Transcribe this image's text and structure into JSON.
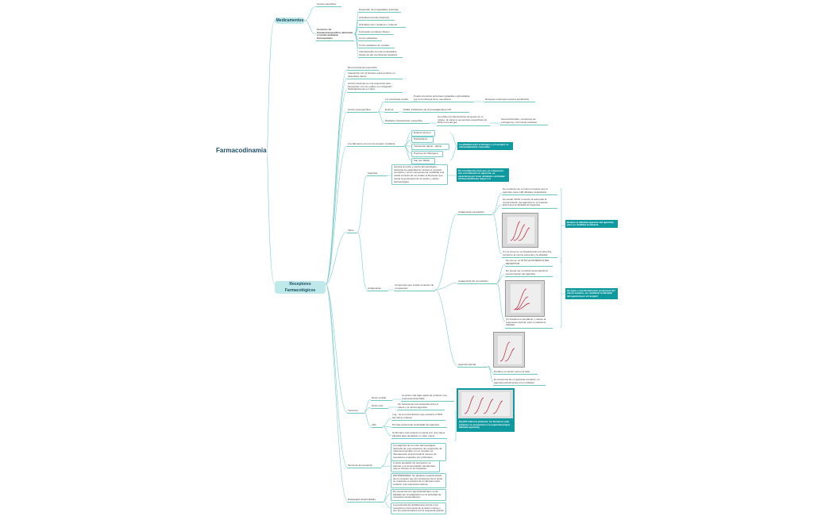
{
  "root": "Farmacodinamia",
  "colors": {
    "line": "#6fc6c6",
    "main_bg": "#bfe8ea",
    "highlight": "#0f9aa0",
    "text": "#3a3a3a"
  },
  "medicamentos": {
    "label": "Medicamentos",
    "accion_especifica": "Acción específica",
    "accion_inespecifica": "Acciones de farmacoinespecífica, alterando el medio ambiente fisicoquímico",
    "items": [
      "Dependen de propiedades químicas",
      "Actividad osmolar (diuresis)",
      "Actividad como oxidante o reductor",
      "Formando complejos físicos",
      "Como antiácidos",
      "Como quelantes de metales",
      "Interactuando con las propiedades físicas de las membranas celulares"
    ]
  },
  "receptores": {
    "label": "Receptores Farmacológicos",
    "reconocimiento": "Reconocimiento específico",
    "interaccion": "Interacción con el fármaco para producir un desenlace efecto",
    "accion_enzima": "Acción presente es una respuesta para interacción con los cuales se entregarán fisiológicamente en sitios",
    "accion_especifica": "Acción preespecífica",
    "accion_items": [
      {
        "label": "La membrana celular",
        "text": "Puede encontrar proteínas reguladas o glicosiladas por la membrana de la membrana",
        "sub": "Receptor ionotrópico para la acetilcolina"
      },
      {
        "label": "Enzima",
        "text": "PGE2: inhibidores de la prostaglandina G/H"
      },
      {
        "label": "Mediante Transducción específica",
        "text": "Se inhiben la transcripción de genes en el núcleo, al unirse a secuencias específicas de DNA en la del gen",
        "sub": "Glucocorticoides, receptores de estrógenos y hormonas tiroideas"
      }
    ],
    "union": "Los fármacos se unen al receptor mediante",
    "union_items": [
      "Enlaces iónicos",
      "Hidrofóbicos",
      "Interacción dipolo - dipolo",
      "Puentes de Hidrógeno",
      "Van der Waals"
    ],
    "union_note": "La afinidad entre el fármaco y el receptor es extremadamente reversible",
    "tipos": "Tipos",
    "agonista": "Agonista",
    "agonista_text": "Genera la unión y efecto farmacológico, alcanzan la capacidad de activar el receptor completo y como consecuencia modifican a la célula a través de los cuales el Receptor que causa la generación de la acción y efecto farmacológico",
    "agonista_note": "Su constitución para que un compuesto sea considerado un agonista, se caracteriza por tener afinidad o actividad intrínseca/eficacia mayor a 0",
    "antagonista": "Antagonista",
    "antagonista_text": "Compuesto que impide la acción de un agonista",
    "competitivo": "Antagonista competitivo",
    "competitivo_items": [
      "Se combina con el mismo receptor que el agonista, tiene 100 afinidad, desplazarlo",
      "Se puede inhibir el efecto al aumentar la concentración del agonista en el receptor. Disminuye la afinidad del agonista",
      "(1) La curva se va desplazando a la derecha, conforme el mismo aumenta y la afinidad"
    ],
    "competitivo_note": "Reduce la afinidad aparente del agonista, pero no modifica la eficacia",
    "no_competitivo": "Antagonista No competitivo",
    "no_competitivo_items": [
      "Se une en un SITIO ALOSTÉRICO DEL RECEPTOR",
      "No puede ser revertido aumentando la concentración del agonista",
      "(2) Sostiene la pendiente y reduce la respuesta máxima, pero no afecta la afinidad"
    ],
    "no_competitivo_note": "Se logra o una disminución progresiva del efecto máximo, sin modificar la afinidad del agonista por el receptor",
    "parcial": "Agonista parcial",
    "parcial_items": [
      "Produce un efecto menor al total",
      "En presencia de un agonista completo, un agonista parcial actúa como inhibidor"
    ],
    "terminos": "Términos",
    "dosis_umbral": "Dosis umbral",
    "dosis_umbral_text": "La dosis más baja capaz de producir una respuesta detectable",
    "dosis_max": "Dosis máx",
    "dosis_max_text": "Se representa una respuesta entre el efecto y el mismo agonista",
    "pd2": "pD2",
    "pd2_items": [
      "Log - de la concentración que produce el 50% del efecto máximo",
      "Permite determinar la afinidad del agonista",
      "Si fármaco más potente es aquel con una mayor afinidad para desplazar un valor mayor"
    ],
    "pd2_note": "(3) pD2 indica la potencia, los fármacos más potentes se encuentran a la izquierda (mayor afinidad agonista)",
    "teoria": "Teoría de la ocupación",
    "teoria_items": [
      "La magnitud de la unión farmacológica depende de una ocupación de receptores de manera reversible con el receptor es directamente proporcional al número de receptores ocupados por el fármaco",
      "A dosis elevadas los receptores se saturan y la concentración del fármaco que se incluye en la ocupación"
    ],
    "estrategias": "Estrategias desarrolladas",
    "estrategias_items": [
      "PROPIEDADES: Se plantean características de un receptor que los receptores de la unión, se requieren a manera de un fármaco para producir una respuesta máxima",
      "En presencia con agonista fármaco se de afinidad por la adaptación en la actividad de receptores dependientes",
      "La presencia de antífármacos frente a los receptores incrementa de la dosis mínima y son los seleccionados por la respuesta grande"
    ]
  }
}
